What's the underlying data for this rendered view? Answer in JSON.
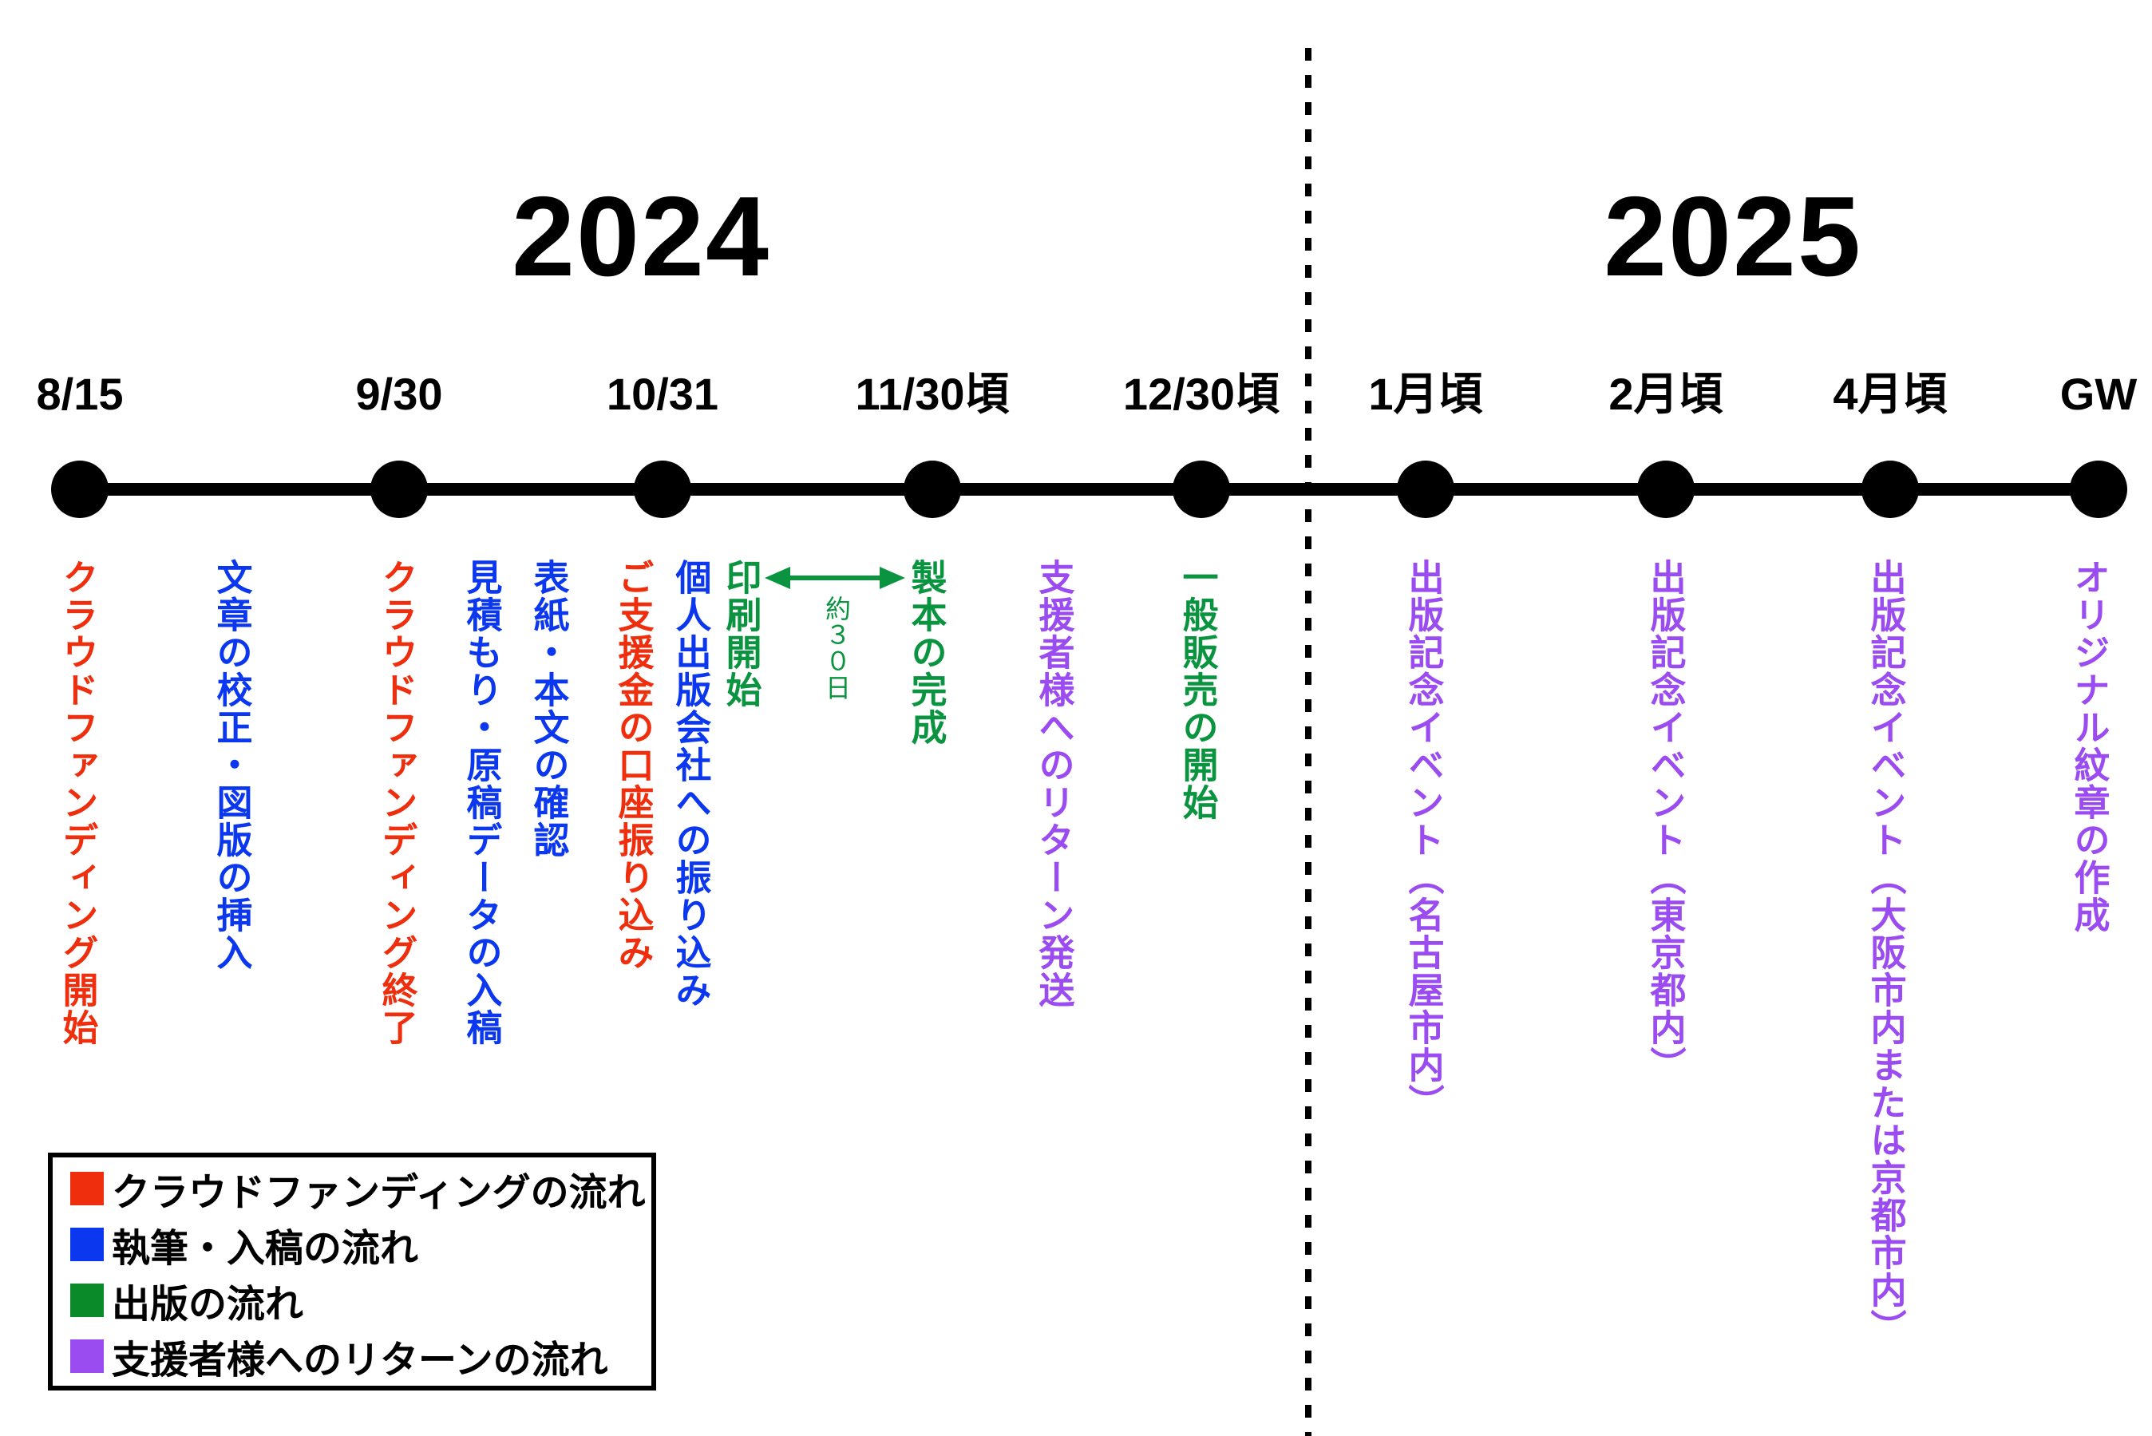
{
  "palette": {
    "red": "#ee2e0c",
    "blue": "#0b38ee",
    "green": "#0a9440",
    "purple": "#9b4cf0",
    "axis_black": "#000000"
  },
  "years": [
    {
      "label": "2024"
    },
    {
      "label": "2025"
    }
  ],
  "timeline": {
    "points": [
      {
        "label": "8/15"
      },
      {
        "label": "9/30"
      },
      {
        "label": "10/31"
      },
      {
        "label": "11/30頃"
      },
      {
        "label": "12/30頃"
      },
      {
        "label": "1月頃"
      },
      {
        "label": "2月頃"
      },
      {
        "label": "4月頃"
      },
      {
        "label": "GW"
      }
    ]
  },
  "events": [
    {
      "text": "クラウドファンディング開始",
      "color": "red"
    },
    {
      "text": "文章の校正・図版の挿入",
      "color": "blue"
    },
    {
      "text": "クラウドファンディング終了",
      "color": "red"
    },
    {
      "text": "見積もり・原稿データの入稿",
      "color": "blue"
    },
    {
      "text": "表紙・本文の確認",
      "color": "blue"
    },
    {
      "text": "ご支援金の口座振り込み",
      "color": "red"
    },
    {
      "text": "個人出版会社への振り込み",
      "color": "blue"
    },
    {
      "text": "印刷開始",
      "color": "green"
    },
    {
      "text": "製本の完成",
      "color": "green"
    },
    {
      "text": "支援者様へのリターン発送",
      "color": "purple"
    },
    {
      "text": "一般販売の開始",
      "color": "green"
    },
    {
      "text": "出版記念イベント（名古屋市内）",
      "color": "purple"
    },
    {
      "text": "出版記念イベント（東京都内）",
      "color": "purple"
    },
    {
      "text": "出版記念イベント（大阪市内または京都市内）",
      "color": "purple"
    },
    {
      "text": "オリジナル紋章の作成",
      "color": "purple"
    }
  ],
  "duration_annotation": {
    "text": "約３０日",
    "color": "green"
  },
  "legend": {
    "items": [
      {
        "label": "クラウドファンディングの流れ",
        "color": "#ee2e0c"
      },
      {
        "label": "執筆・入稿の流れ",
        "color": "#0b38ee"
      },
      {
        "label": "出版の流れ",
        "color": "#0a8a28"
      },
      {
        "label": "支援者様へのリターンの流れ",
        "color": "#9b4cf0"
      }
    ]
  }
}
